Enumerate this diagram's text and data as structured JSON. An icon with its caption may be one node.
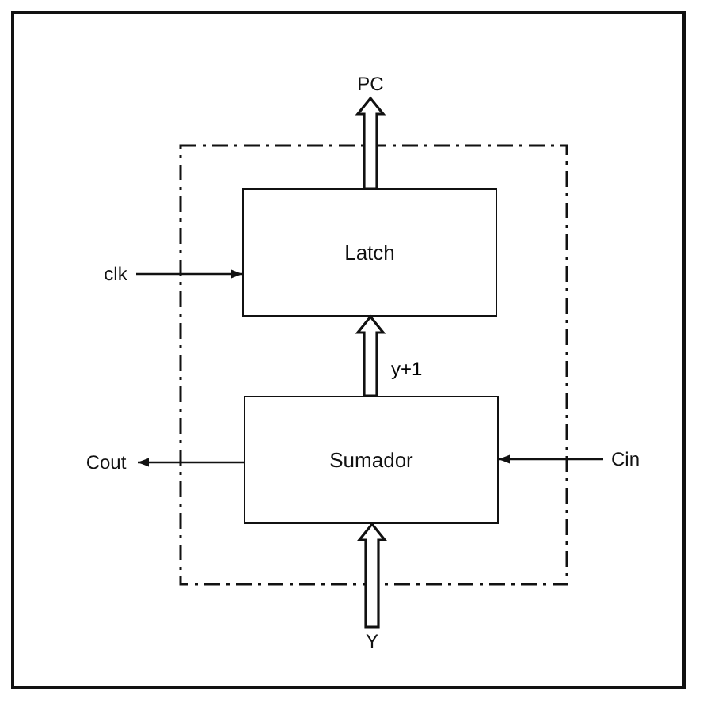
{
  "diagram": {
    "nodes": [
      {
        "text": [],
        "shape": "box"
      },
      {
        "text": [
          "Latch"
        ],
        "in": 0
      },
      {
        "text": [
          "Sumador"
        ],
        "in": 0
      },
      {
        "text": [
          "PC"
        ]
      },
      {
        "text": [
          "Y"
        ]
      },
      {
        "text": [
          "clk"
        ]
      },
      {
        "text": [
          "Cout"
        ]
      },
      {
        "text": [
          "Cin"
        ]
      }
    ],
    "edges": [
      {
        "from": 1,
        "to": 3,
        "arrow": "to",
        "style": "thick"
      },
      {
        "from": 2,
        "to": 1,
        "arrow": "to",
        "style": "thick",
        "label": "y+1"
      },
      {
        "from": 4,
        "to": 2,
        "arrow": "to",
        "style": "thick"
      },
      {
        "from": 5,
        "to": 1,
        "arrow": "to"
      },
      {
        "from": 2,
        "to": 6,
        "arrow": "to"
      },
      {
        "from": 7,
        "to": 2,
        "arrow": "to"
      }
    ]
  }
}
